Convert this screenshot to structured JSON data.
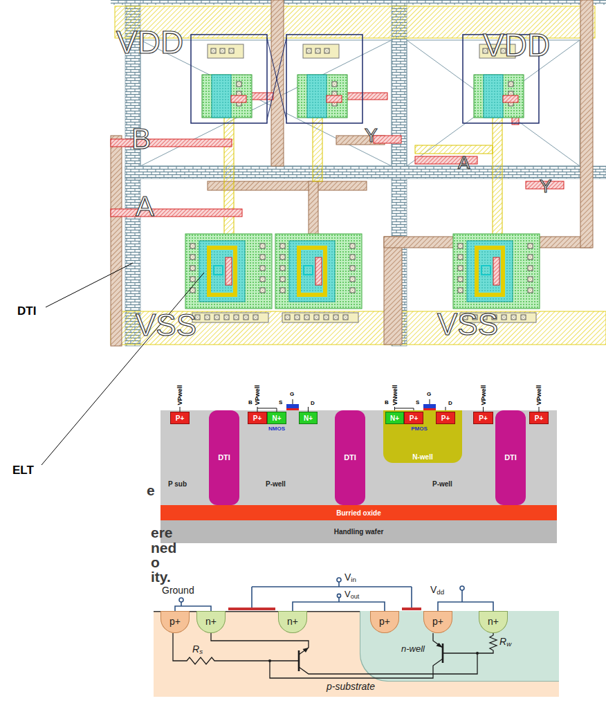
{
  "diagram": {
    "nodes": [
      {
        "text": [
          "P+"
        ]
      },
      {
        "text": [
          "DTI"
        ]
      },
      {
        "text": [
          "P+"
        ]
      },
      {
        "text": [
          "N+"
        ]
      },
      {
        "text": [
          "N+"
        ]
      },
      {
        "text": [
          "DTI"
        ]
      },
      {
        "text": [
          "N-well"
        ]
      },
      {
        "text": [
          "N+"
        ],
        "in": 6
      },
      {
        "text": [
          "P+"
        ],
        "in": 6
      },
      {
        "text": [
          "P+"
        ],
        "in": 6
      },
      {
        "text": [
          "P+"
        ]
      },
      {
        "text": [
          "DTI"
        ]
      },
      {
        "text": [
          "P+"
        ]
      },
      {
        "text": [
          "Burried oxide"
        ]
      },
      {
        "text": [
          "Handling wafer"
        ]
      },
      {
        "text": [
          "p-substrate"
        ]
      },
      {
        "text": [
          "p+"
        ],
        "in": 15
      },
      {
        "text": [
          "n+"
        ],
        "in": 15
      },
      {
        "text": [
          "n+"
        ],
        "in": 15
      },
      {
        "text": [
          "n-well"
        ],
        "in": 15
      },
      {
        "text": [
          "p+"
        ],
        "in": 19
      },
      {
        "text": [
          "p+"
        ],
        "in": 19
      },
      {
        "text": [
          "n+"
        ],
        "in": 19
      }
    ],
    "edges": [
      {
        "from": 2,
        "to": 3,
        "arrow": "none"
      },
      {
        "from": 7,
        "to": 8,
        "arrow": "none"
      },
      {
        "from": 16,
        "to": 17,
        "arrow": "none"
      },
      {
        "from": 18,
        "to": 20,
        "arrow": "none"
      },
      {
        "from": 21,
        "to": 22,
        "arrow": "none"
      }
    ],
    "labels": [
      "VDD",
      "VDD",
      "B",
      "Y",
      "A",
      "Y",
      "A",
      "VSS",
      "VSS",
      "DTI",
      "ELT",
      "e",
      "ere",
      "ned",
      "o",
      "ity.",
      "VPwell",
      "VPwell",
      "VNwell",
      "VPwell",
      "VPwell",
      "B",
      "S",
      "G",
      "D",
      "B",
      "S",
      "G",
      "D",
      "NMOS",
      "PMOS",
      "P sub",
      "P-well",
      "P-well",
      "Vin",
      "Ground",
      "Vout",
      "Vdd",
      "Rs",
      "Rw"
    ]
  }
}
